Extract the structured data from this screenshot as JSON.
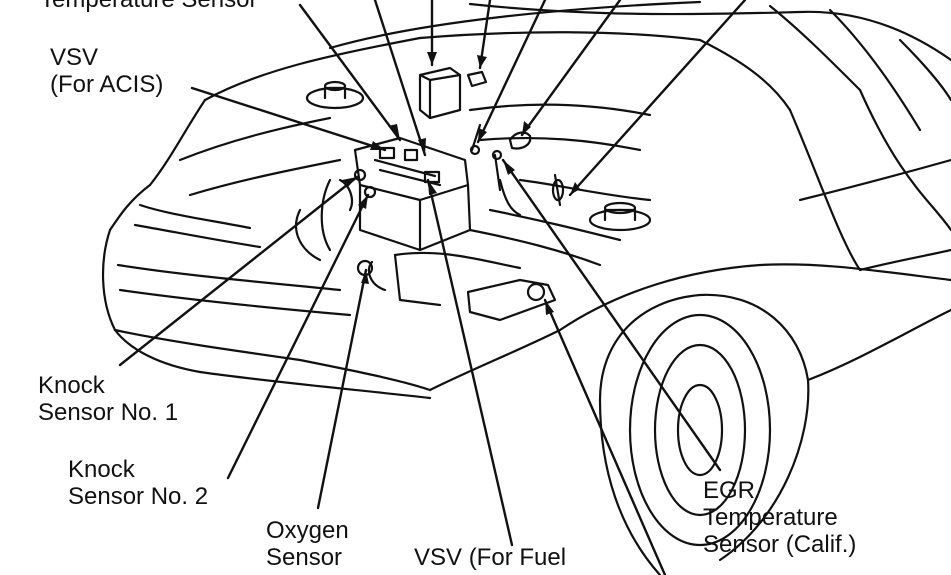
{
  "labels": {
    "temp_sensor_top": "Temperature Sensor",
    "vsv_acis_line1": "VSV",
    "vsv_acis_line2": "(For ACIS)",
    "knock1_line1": "Knock",
    "knock1_line2": "Sensor No. 1",
    "knock2_line1": "Knock",
    "knock2_line2": "Sensor No. 2",
    "oxygen_line1": "Oxygen",
    "oxygen_line2": "Sensor",
    "vsv_fuel": "VSV (For Fuel",
    "egr_line1": "EGR",
    "egr_line2": "Temperature",
    "egr_line3": "Sensor (Calif.)"
  },
  "colors": {
    "ink": "#111111",
    "paper": "#ffffff"
  }
}
